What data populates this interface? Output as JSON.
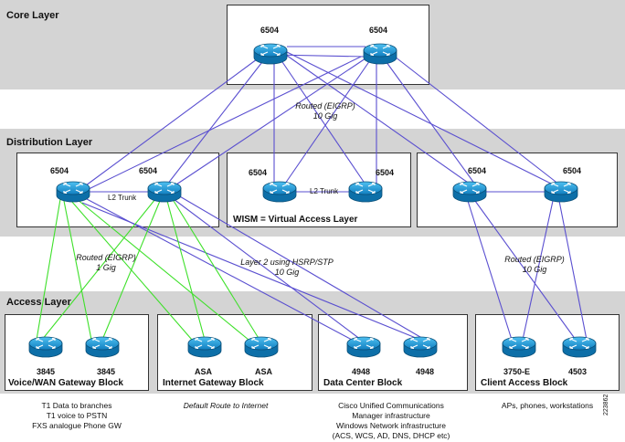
{
  "layers": {
    "core": "Core Layer",
    "distribution": "Distribution Layer",
    "access": "Access Layer"
  },
  "core": {
    "left": "6504",
    "right": "6504"
  },
  "distribution": {
    "left_a": "6504",
    "left_b": "6504",
    "left_trunk": "L2 Trunk",
    "mid_a": "6504",
    "mid_b": "6504",
    "mid_trunk": "L2 Trunk",
    "wism": "WISM = Virtual Access Layer",
    "right_a": "6504",
    "right_b": "6504"
  },
  "annotations": {
    "routed_core": [
      "Routed (EIGRP)",
      "10 Gig"
    ],
    "routed_left": [
      "Routed (EIGRP)",
      "1 Gig"
    ],
    "l2_hsrp": [
      "Layer 2 using HSRP/STP",
      "10 Gig"
    ],
    "routed_right": [
      "Routed (EIGRP)",
      "10 Gig"
    ]
  },
  "access_blocks": [
    {
      "title": "Voice/WAN Gateway Block",
      "devices": [
        "3845",
        "3845"
      ],
      "desc": [
        "T1 Data to branches",
        "T1 voice to PSTN",
        "FXS analogue Phone GW"
      ]
    },
    {
      "title": "Internet Gateway Block",
      "devices": [
        "ASA",
        "ASA"
      ],
      "desc": [
        "Default Route to Internet"
      ]
    },
    {
      "title": "Data Center Block",
      "devices": [
        "4948",
        "4948"
      ],
      "desc": [
        "Cisco Unified Communications",
        "Manager infrastructure",
        "Windows Network infrastructure",
        "(ACS, WCS, AD, DNS, DHCP etc)"
      ]
    },
    {
      "title": "Client Access Block",
      "devices": [
        "3750-E",
        "4503"
      ],
      "desc": [
        "APs, phones, workstations"
      ]
    }
  ],
  "figure_id": "223862",
  "colors": {
    "band": "#d4d4d4",
    "router": "#1f9ad6",
    "routed_link": "#5a4fd0",
    "l2_link": "#3ee02a"
  }
}
